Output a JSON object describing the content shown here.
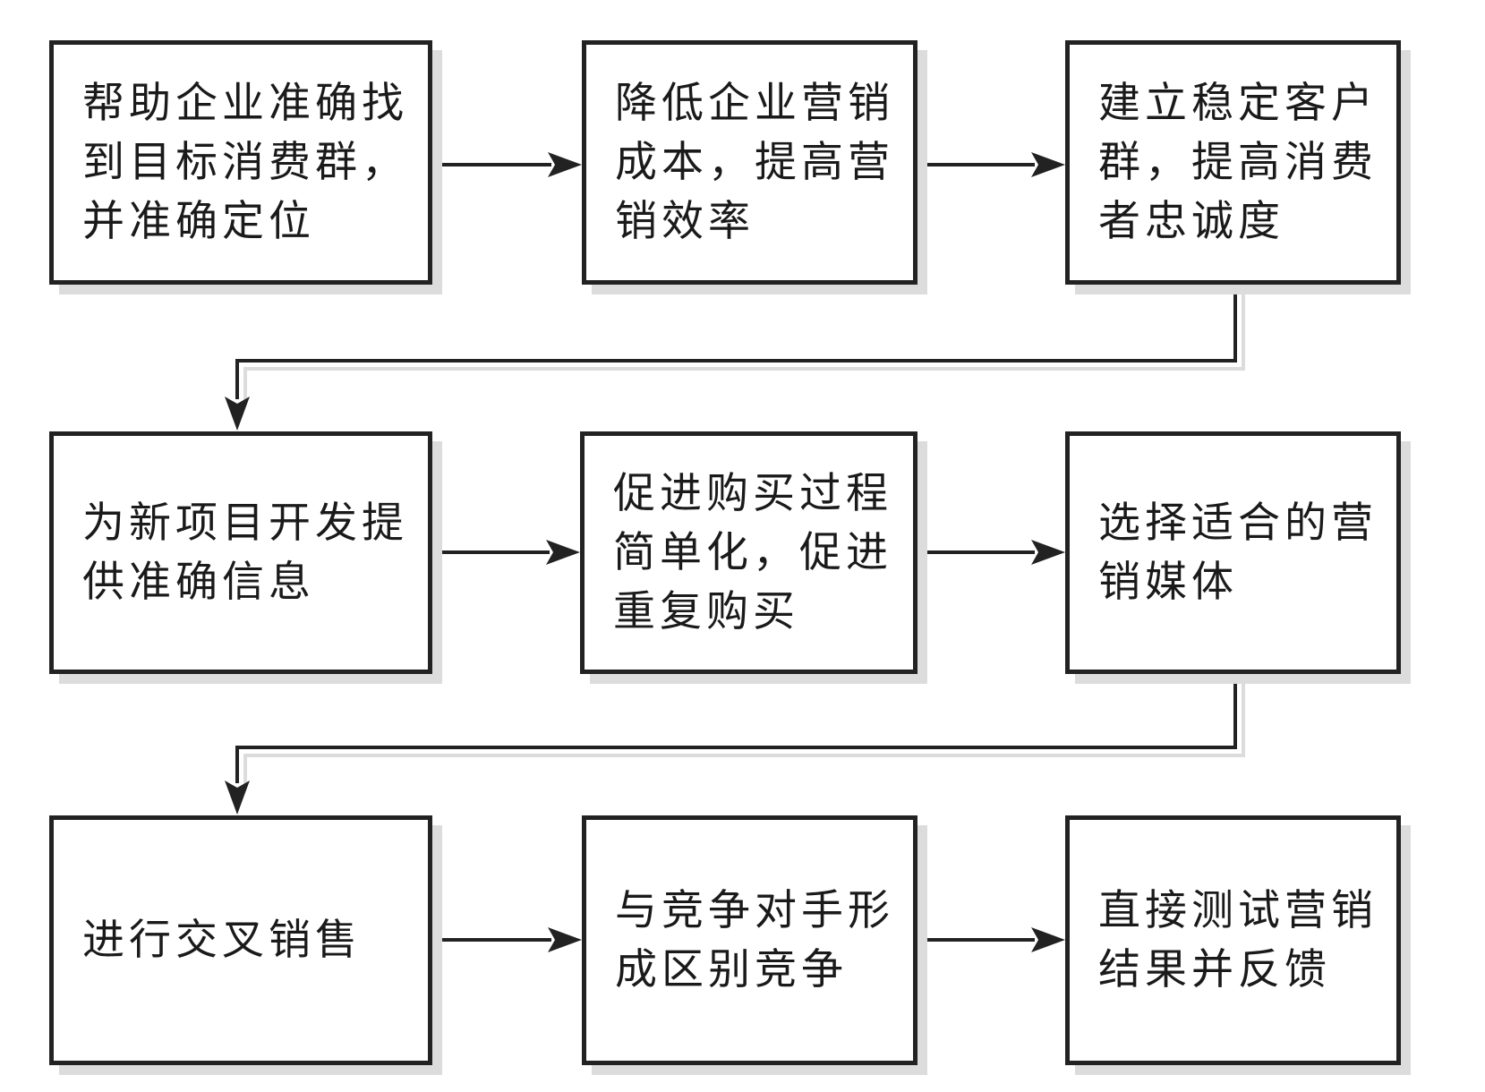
{
  "colors": {
    "background": "#ffffff",
    "box_border": "#222222",
    "box_shadow": "#dcdcdc",
    "text": "#1a1a1a",
    "arrow": "#222222"
  },
  "flowchart": {
    "boxes": [
      {
        "id": 1,
        "text": "帮助企业准确找\n到目标消费群，\n并准确定位"
      },
      {
        "id": 2,
        "text": "降低企业营销\n成本，提高营\n销效率"
      },
      {
        "id": 3,
        "text": "建立稳定客户\n群，提高消费\n者忠诚度"
      },
      {
        "id": 4,
        "text": "为新项目开发提\n供准确信息"
      },
      {
        "id": 5,
        "text": "促进购买过程\n简单化，促进\n重复购买"
      },
      {
        "id": 6,
        "text": "选择适合的营\n销媒体"
      },
      {
        "id": 7,
        "text": "进行交叉销售"
      },
      {
        "id": 8,
        "text": "与竞争对手形\n成区别竞争"
      },
      {
        "id": 9,
        "text": "直接测试营销\n结果并反馈"
      }
    ],
    "edges": [
      {
        "from": 1,
        "to": 2
      },
      {
        "from": 2,
        "to": 3
      },
      {
        "from": 3,
        "to": 4
      },
      {
        "from": 4,
        "to": 5
      },
      {
        "from": 5,
        "to": 6
      },
      {
        "from": 6,
        "to": 7
      },
      {
        "from": 7,
        "to": 8
      },
      {
        "from": 8,
        "to": 9
      }
    ]
  }
}
